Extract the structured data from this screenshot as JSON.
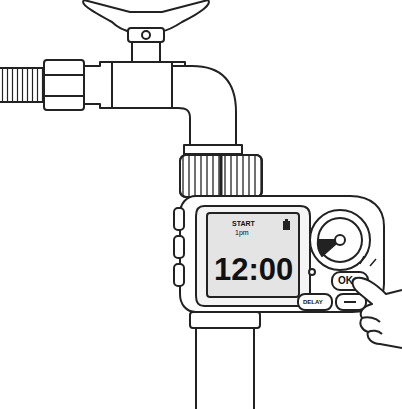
{
  "diagram": {
    "nodes": [
      {
        "text": [
          "START",
          "1pm",
          "12:00"
        ]
      },
      {
        "text": [
          "DELAY"
        ]
      },
      {
        "text": [
          "OK"
        ]
      }
    ]
  }
}
